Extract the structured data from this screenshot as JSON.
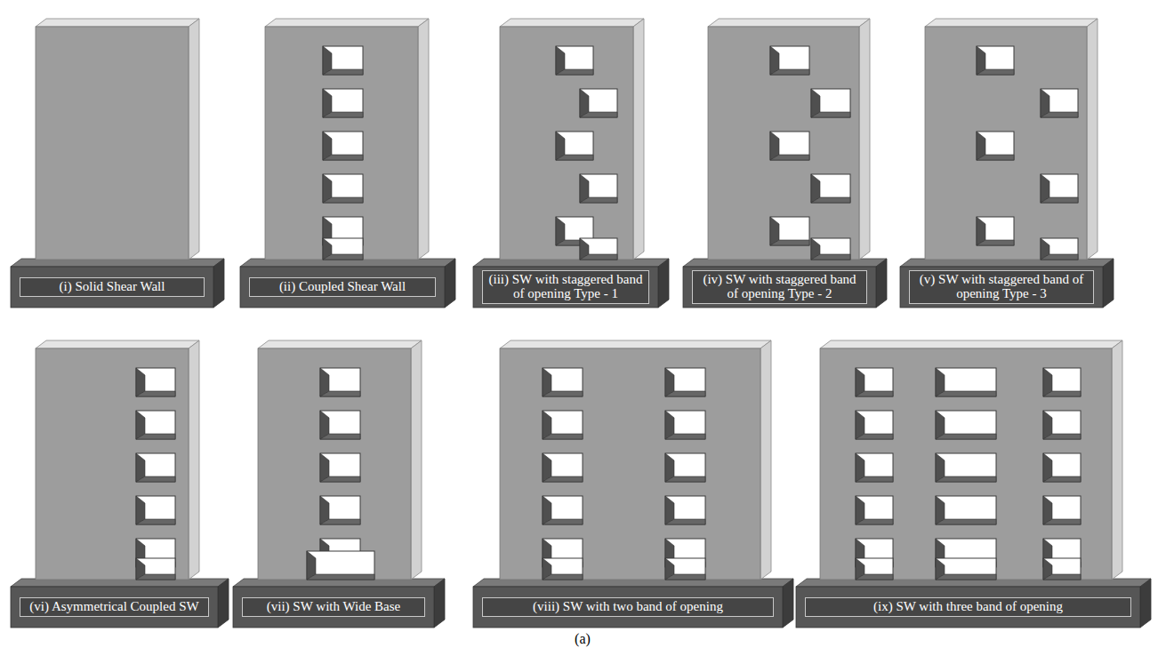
{
  "diagram": {
    "caption": "(a)",
    "nodes": [
      {
        "text": [
          "(i) Solid Shear Wall"
        ]
      },
      {
        "text": [
          "(ii) Coupled Shear Wall"
        ]
      },
      {
        "text": [
          "(iii) SW with staggered band of opening Type - 1"
        ]
      },
      {
        "text": [
          "(iv) SW with staggered band of opening Type - 2"
        ]
      },
      {
        "text": [
          "(v) SW with staggered band of opening Type - 3"
        ]
      },
      {
        "text": [
          "(vi) Asymmetrical Coupled SW"
        ]
      },
      {
        "text": [
          "(vii) SW with Wide Base"
        ]
      },
      {
        "text": [
          "(viii) SW with two band of opening"
        ]
      },
      {
        "text": [
          "(ix) SW with three band of opening"
        ]
      }
    ]
  }
}
